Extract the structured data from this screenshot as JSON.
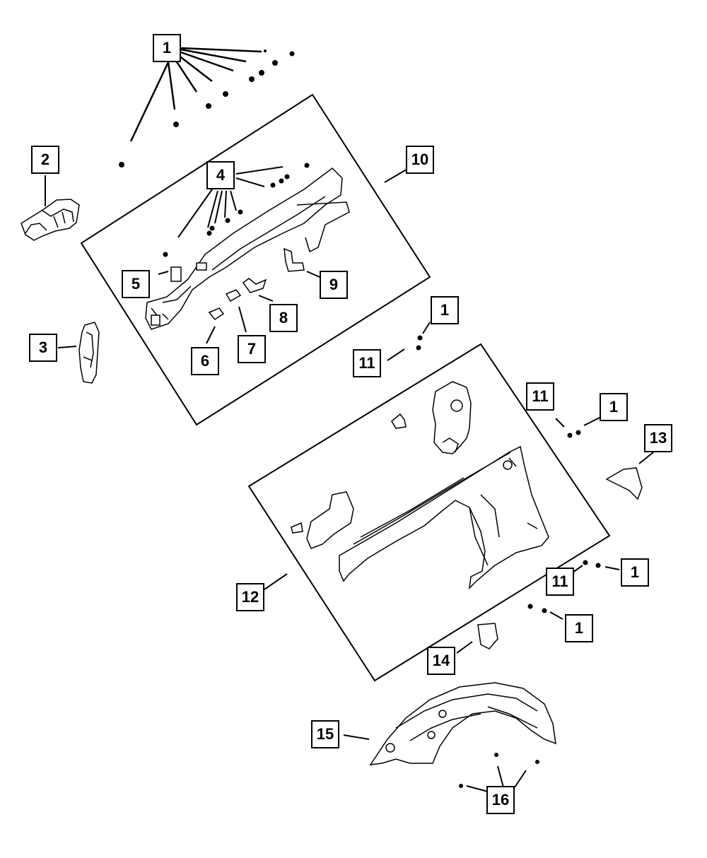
{
  "diagram": {
    "callouts": [
      {
        "id": "c1-top",
        "label": "1"
      },
      {
        "id": "c2",
        "label": "2"
      },
      {
        "id": "c3",
        "label": "3"
      },
      {
        "id": "c4",
        "label": "4"
      },
      {
        "id": "c5",
        "label": "5"
      },
      {
        "id": "c6",
        "label": "6"
      },
      {
        "id": "c7",
        "label": "7"
      },
      {
        "id": "c8",
        "label": "8"
      },
      {
        "id": "c9",
        "label": "9"
      },
      {
        "id": "c10",
        "label": "10"
      },
      {
        "id": "c1-mid",
        "label": "1"
      },
      {
        "id": "c11-a",
        "label": "11"
      },
      {
        "id": "c11-b",
        "label": "11"
      },
      {
        "id": "c1-right",
        "label": "1"
      },
      {
        "id": "c13",
        "label": "13"
      },
      {
        "id": "c12",
        "label": "12"
      },
      {
        "id": "c11-c",
        "label": "11"
      },
      {
        "id": "c1-lower",
        "label": "1"
      },
      {
        "id": "c1-bottom",
        "label": "1"
      },
      {
        "id": "c14",
        "label": "14"
      },
      {
        "id": "c15",
        "label": "15"
      },
      {
        "id": "c16",
        "label": "16"
      }
    ]
  }
}
